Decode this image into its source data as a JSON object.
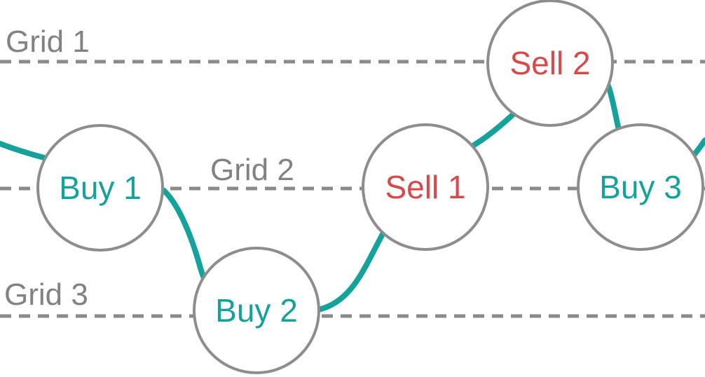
{
  "colors": {
    "buy": "#14A29B",
    "sell": "#D64A4A",
    "line": "#14A29B",
    "grid_line": "#8A8A8A",
    "grid_label": "#828282",
    "circle_fill": "#FFFFFF",
    "circle_border": "#8D8D8D"
  },
  "grid_lines": [
    {
      "label": "Grid 1"
    },
    {
      "label": "Grid 2"
    },
    {
      "label": "Grid 3"
    }
  ],
  "nodes": [
    {
      "label": "Buy 1",
      "type": "buy",
      "grid_level": "Grid 2"
    },
    {
      "label": "Buy 2",
      "type": "buy",
      "grid_level": "Grid 3"
    },
    {
      "label": "Sell 1",
      "type": "sell",
      "grid_level": "Grid 2"
    },
    {
      "label": "Sell 2",
      "type": "sell",
      "grid_level": "Grid 1"
    },
    {
      "label": "Buy 3",
      "type": "buy",
      "grid_level": "Grid 2"
    }
  ]
}
